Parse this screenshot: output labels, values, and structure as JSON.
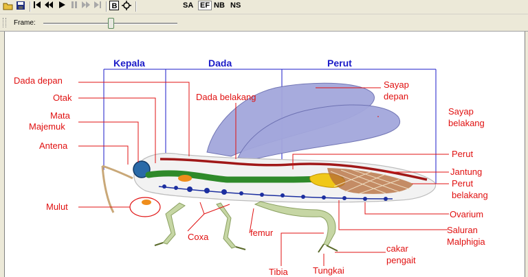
{
  "toolbar": {
    "buttons": [
      {
        "name": "open-icon"
      },
      {
        "name": "save-icon"
      },
      {
        "name": "first-frame-icon"
      },
      {
        "name": "rewind-icon"
      },
      {
        "name": "play-icon"
      },
      {
        "name": "pause-icon"
      },
      {
        "name": "fast-forward-icon"
      },
      {
        "name": "last-frame-icon"
      },
      {
        "name": "bold-box-icon"
      },
      {
        "name": "move-icon"
      }
    ],
    "modes": [
      "SA",
      "EF",
      "NB",
      "NS"
    ],
    "active_mode": "EF"
  },
  "frame": {
    "label": "Frame:",
    "value": 0.5
  },
  "sections": {
    "kepala": "Kepala",
    "dada": "Dada",
    "perut": "Perut"
  },
  "labels": {
    "dada_depan": "Dada depan",
    "otak": "Otak",
    "mata_1": "Mata",
    "mata_2": "Majemuk",
    "antena": "Antena",
    "mulut": "Mulut",
    "dada_belakang": "Dada belakang",
    "sayap_depan_1": "Sayap",
    "sayap_depan_2": "depan",
    "sayap_belakang_1": "Sayap",
    "sayap_belakang_2": "belakang",
    "perut": "Perut",
    "jantung": "Jantung",
    "perut_belakang_1": "Perut",
    "perut_belakang_2": "belakang",
    "ovarium": "Ovarium",
    "saluran_1": "Saluran",
    "saluran_2": "Malphigia",
    "cakar_1": "cakar",
    "cakar_2": "pengait",
    "coxa": "Coxa",
    "femur": "femur",
    "tibia": "Tibia",
    "tungkai": "Tungkai"
  },
  "colors": {
    "label": "#e01010",
    "section": "#1a1ac8",
    "wing": "#9fa3d8"
  }
}
